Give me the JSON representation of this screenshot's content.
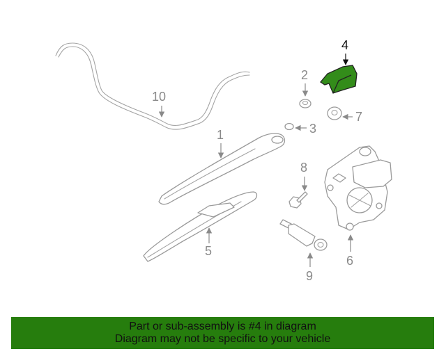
{
  "diagram": {
    "highlight_color": "#338c1a",
    "highlighted_callout": "4",
    "callouts": {
      "c1": "1",
      "c2": "2",
      "c3": "3",
      "c4": "4",
      "c5": "5",
      "c6": "6",
      "c7": "7",
      "c8": "8",
      "c9": "9",
      "c10": "10"
    }
  },
  "banner": {
    "line1": "Part or sub-assembly is #4 in diagram",
    "line2": "Diagram may not be specific to your vehicle",
    "background": "#267d0d"
  }
}
